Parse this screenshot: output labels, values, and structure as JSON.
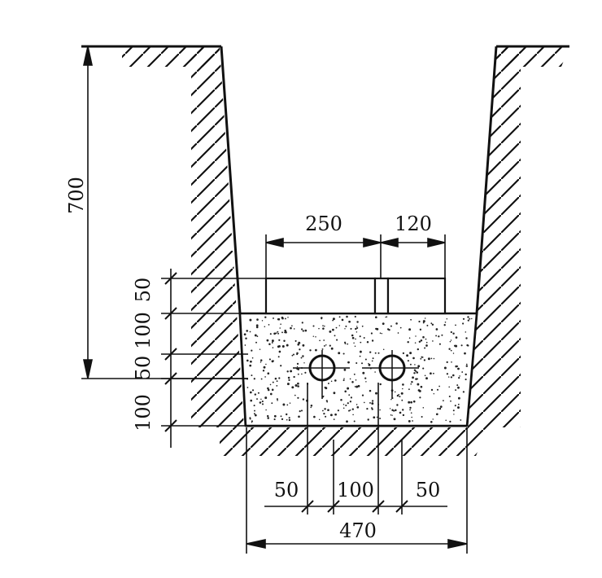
{
  "diagram": {
    "dimensions": {
      "depth_total": "700",
      "brick_width": "250",
      "brick_width_2": "120",
      "layer_top": "50",
      "layer_upper": "100",
      "layer_mid": "50",
      "layer_bottom": "100",
      "clear_left": "50",
      "pipe_spacing": "100",
      "clear_right": "50",
      "trench_bottom_width": "470"
    }
  }
}
